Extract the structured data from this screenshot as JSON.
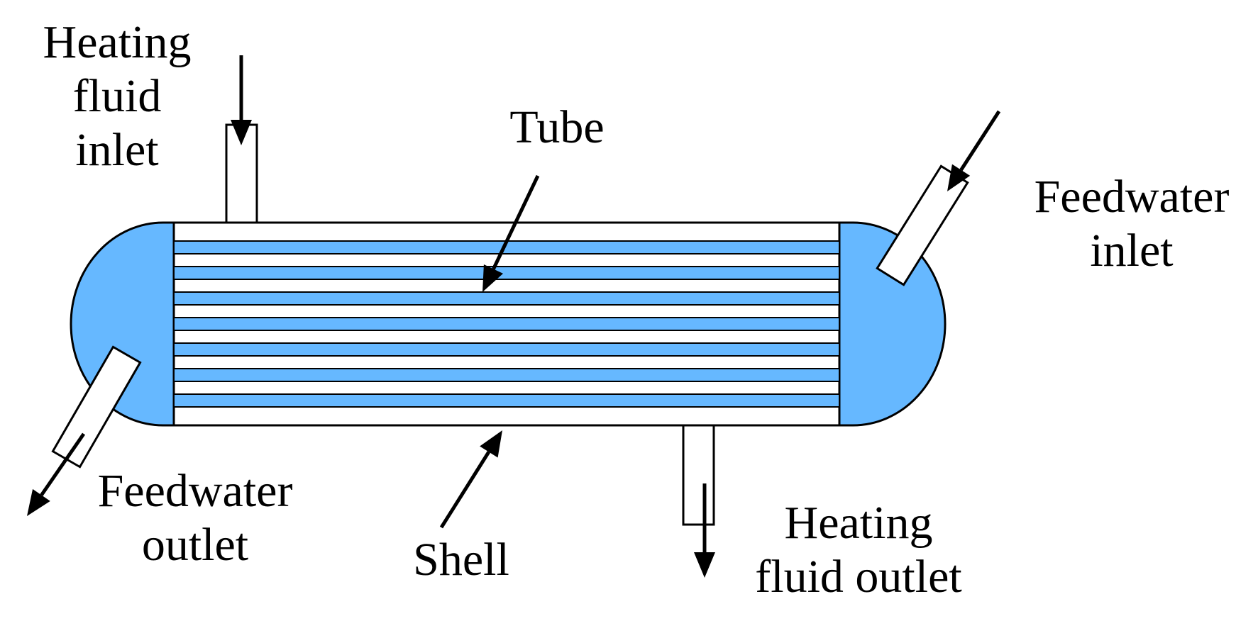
{
  "labels": {
    "heating_fluid_inlet": [
      "Heating",
      "fluid",
      "inlet"
    ],
    "tube": "Tube",
    "feedwater_inlet": [
      "Feedwater",
      "inlet"
    ],
    "feedwater_outlet": [
      "Feedwater",
      "outlet"
    ],
    "shell": "Shell",
    "heating_fluid_outlet": [
      "Heating",
      "fluid outlet"
    ]
  },
  "colors": {
    "fluid": "#66b8ff",
    "shell_fill": "#ffffff",
    "stroke": "#000000"
  }
}
